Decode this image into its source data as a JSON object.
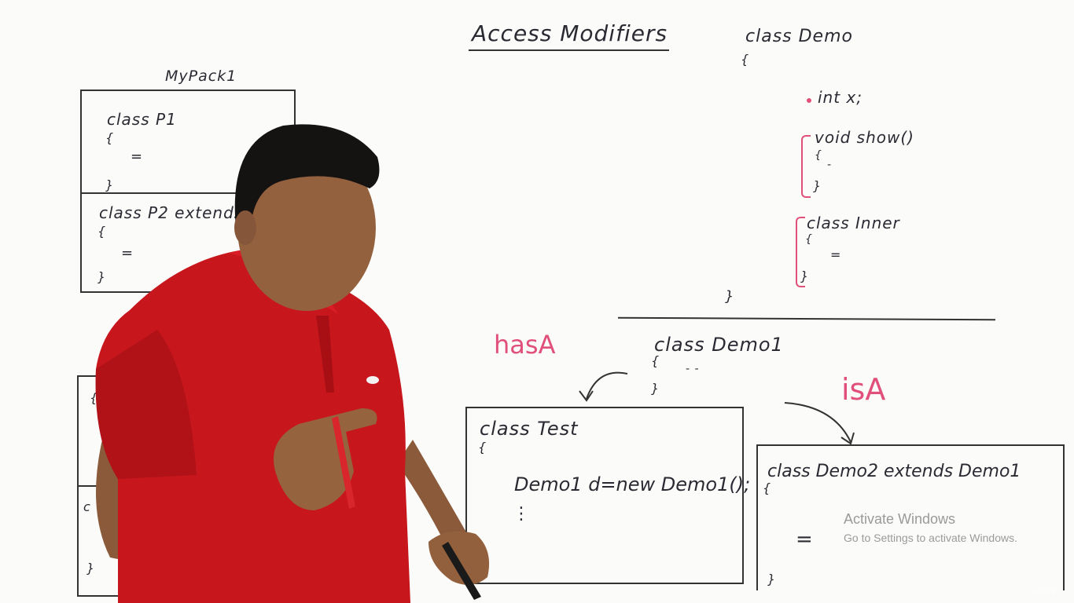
{
  "board": {
    "title": "Access Modifiers",
    "left_package": {
      "label": "MyPack1",
      "p1": {
        "header": "class P1",
        "open": "{",
        "body": "=",
        "close": "}"
      },
      "p2": {
        "header": "class P2 extends",
        "open": "{",
        "body": "=",
        "close": "}"
      },
      "lower_marks": [
        "{",
        "c",
        "}"
      ]
    },
    "demo": {
      "header": "class Demo",
      "open": "{",
      "field": "int x;",
      "method_header": "void show()",
      "method_open": "{",
      "method_body": "-",
      "method_close": "}",
      "inner_header": "class Inner",
      "inner_open": "{",
      "inner_body": "=",
      "inner_close": "}",
      "close": "}"
    },
    "demo1": {
      "header": "class Demo1",
      "open": "{",
      "body": "- -",
      "close": "}"
    },
    "has_a": "hasA",
    "is_a": "isA",
    "test": {
      "header": "class Test",
      "open": "{",
      "body": "Demo1 d=new Demo1();",
      "dots": "⋮"
    },
    "demo2": {
      "header": "class Demo2 extends Demo1",
      "open": "{",
      "body": "=",
      "close": "}"
    }
  },
  "overlay": {
    "activate_title": "Activate Windows",
    "activate_sub": "Go to Settings to activate Windows.",
    "logo": "Udemy"
  },
  "colors": {
    "ink": "#2a2a33",
    "marker_pink": "#e0507a",
    "shirt": "#c8161d"
  }
}
